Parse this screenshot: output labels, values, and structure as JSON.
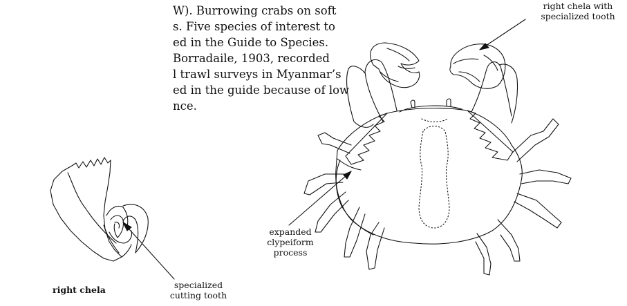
{
  "paragraph": {
    "lines": [
      "W). Burrowing crabs on soft",
      "s. Five species of interest to",
      "ed in the Guide to Species.",
      "Borradaile, 1903, recorded",
      "l trawl surveys in Myanmar’s",
      "ed in the guide because of low",
      "nce."
    ]
  },
  "figure_labels": {
    "right_chela": "right chela",
    "specialized_cutting_tooth": [
      "specialized",
      "cutting tooth"
    ],
    "right_chela_with_tooth": [
      "right chela with",
      "specialized tooth"
    ],
    "expanded_clypeiform": [
      "expanded",
      "clypeiform",
      "process"
    ]
  }
}
